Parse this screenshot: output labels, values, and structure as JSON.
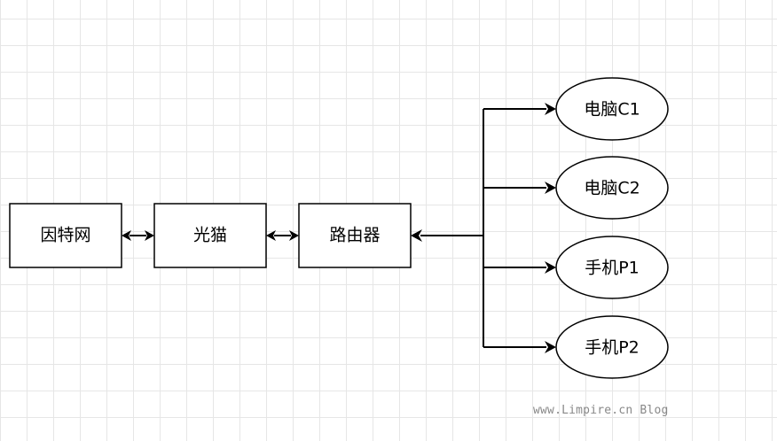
{
  "nodes": {
    "internet": "因特网",
    "modem": "光猫",
    "router": "路由器",
    "pc1": "电脑C1",
    "pc2": "电脑C2",
    "phone1": "手机P1",
    "phone2": "手机P2"
  },
  "watermark": "www.Limpire.cn Blog"
}
